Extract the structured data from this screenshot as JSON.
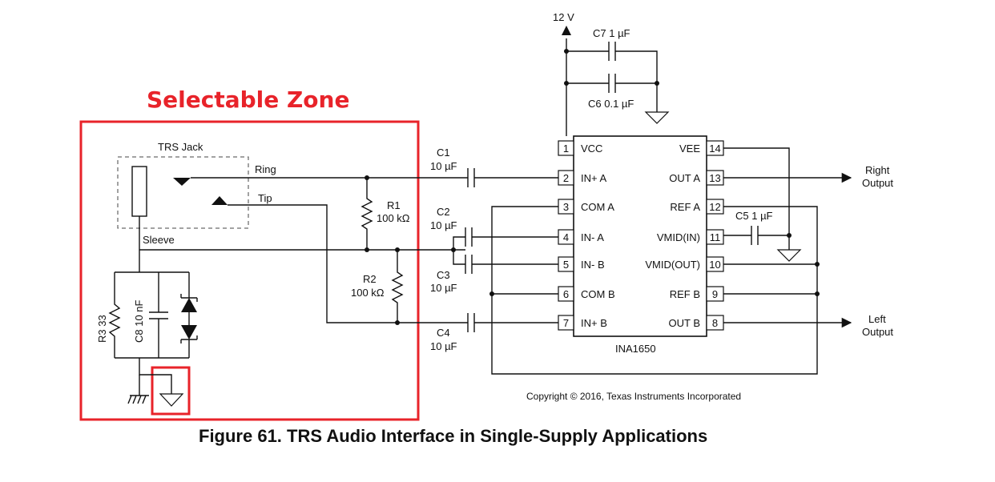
{
  "selectable_zone": {
    "title": "Selectable Zone",
    "color": "#e8232a"
  },
  "caption": "Figure 61.  TRS Audio Interface in Single-Supply Applications",
  "copyright": "Copyright © 2016, Texas Instruments Incorporated",
  "supply": {
    "label": "12 V"
  },
  "jack": {
    "title": "TRS Jack",
    "ring": "Ring",
    "tip": "Tip",
    "sleeve": "Sleeve"
  },
  "components": {
    "C7": {
      "name": "C7",
      "value": "1 µF",
      "label": "C7 1 µF"
    },
    "C6": {
      "name": "C6",
      "value": "0.1 µF",
      "label": "C6 0.1 µF"
    },
    "C1": {
      "name": "C1",
      "value": "10 µF"
    },
    "C2": {
      "name": "C2",
      "value": "10 µF"
    },
    "C3": {
      "name": "C3",
      "value": "10 µF"
    },
    "C4": {
      "name": "C4",
      "value": "10 µF"
    },
    "C5": {
      "name": "C5",
      "value": "1 µF",
      "label": "C5 1 µF"
    },
    "R1": {
      "name": "R1",
      "value": "100 kΩ"
    },
    "R2": {
      "name": "R2",
      "value": "100 kΩ"
    },
    "R3": {
      "label": "R3 33"
    },
    "C8": {
      "label": "C8 10 nF"
    }
  },
  "ic": {
    "name": "INA1650",
    "left_pins": [
      {
        "num": "1",
        "name": "VCC"
      },
      {
        "num": "2",
        "name": "IN+ A"
      },
      {
        "num": "3",
        "name": "COM A"
      },
      {
        "num": "4",
        "name": "IN- A"
      },
      {
        "num": "5",
        "name": "IN- B"
      },
      {
        "num": "6",
        "name": "COM B"
      },
      {
        "num": "7",
        "name": "IN+ B"
      }
    ],
    "right_pins": [
      {
        "num": "14",
        "name": "VEE"
      },
      {
        "num": "13",
        "name": "OUT A"
      },
      {
        "num": "12",
        "name": "REF A"
      },
      {
        "num": "11",
        "name": "VMID(IN)"
      },
      {
        "num": "10",
        "name": "VMID(OUT)"
      },
      {
        "num": "9",
        "name": "REF B"
      },
      {
        "num": "8",
        "name": "OUT B"
      }
    ]
  },
  "outputs": {
    "right": {
      "line1": "Right",
      "line2": "Output"
    },
    "left": {
      "line1": "Left",
      "line2": "Output"
    }
  }
}
